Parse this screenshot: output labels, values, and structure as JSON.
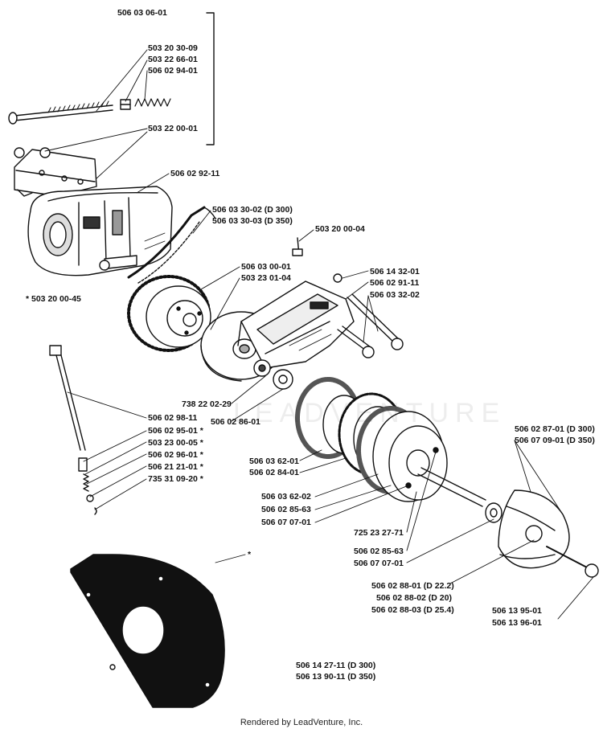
{
  "watermark": "LEADVENTURE",
  "footer": "Rendered by LeadVenture, Inc.",
  "labels": {
    "l_506_03_06_01": "506 03 06-01",
    "l_503_20_30_09": "503 20 30-09",
    "l_503_22_66_01": "503 22 66-01",
    "l_506_02_94_01": "506 02 94-01",
    "l_503_22_00_01": "503 22 00-01",
    "l_506_02_92_11": "506 02 92-11",
    "l_506_03_30_02": "506 03 30-02 (D 300)",
    "l_506_03_30_03": "506 03 30-03 (D 350)",
    "l_503_20_00_04": "503 20 00-04",
    "l_506_03_00_01": "506 03 00-01",
    "l_503_23_01_04": "503 23 01-04",
    "l_506_14_32_01": "506 14 32-01",
    "l_506_02_91_11": "506 02 91-11",
    "l_506_03_32_02": "506 03 32-02",
    "l_503_20_00_45": "* 503 20 00-45",
    "l_738_22_02_29": "738 22 02-29",
    "l_506_02_86_01": "506 02 86-01",
    "l_506_02_98_11": "506 02 98-11",
    "l_506_02_95_01": "506 02 95-01  *",
    "l_503_23_00_05": "503 23 00-05  *",
    "l_506_02_96_01": "506 02 96-01  *",
    "l_506_21_21_01": "506 21 21-01  *",
    "l_735_31_09_20": "735 31 09-20  *",
    "l_506_03_62_01": "506 03 62-01",
    "l_506_02_84_01": "506 02 84-01",
    "l_506_03_62_02": "506 03 62-02",
    "l_506_02_85_63a": "506 02 85-63",
    "l_506_07_07_01a": "506 07 07-01",
    "l_725_23_27_71": "725 23 27-71",
    "l_506_02_85_63b": "506 02 85-63",
    "l_506_07_07_01b": "506 07 07-01",
    "l_506_02_87_01": "506 02 87-01 (D 300)",
    "l_506_07_09_01": "506 07 09-01 (D 350)",
    "l_506_02_88_01": "506 02 88-01 (D 22.2)",
    "l_506_02_88_02": "506 02 88-02 (D 20)",
    "l_506_02_88_03": "506 02 88-03 (D 25.4)",
    "l_506_13_95_01": "506 13 95-01",
    "l_506_13_96_01": "506 13 96-01",
    "l_506_14_27_11": "506 14 27-11 (D 300)",
    "l_506_13_90_11": "506 13 90-11 (D 350)",
    "l_star": "*"
  }
}
